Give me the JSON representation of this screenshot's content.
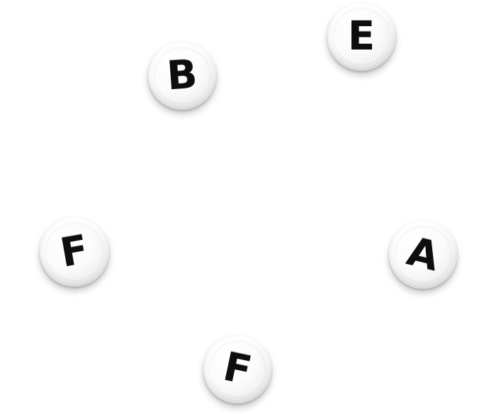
{
  "beads": [
    {
      "letter": "B"
    },
    {
      "letter": "E"
    },
    {
      "letter": "F"
    },
    {
      "letter": "A"
    },
    {
      "letter": "F"
    }
  ],
  "colors": {
    "background": "#ffffff",
    "bead": "#ffffff",
    "letter": "#0e0e0e"
  }
}
